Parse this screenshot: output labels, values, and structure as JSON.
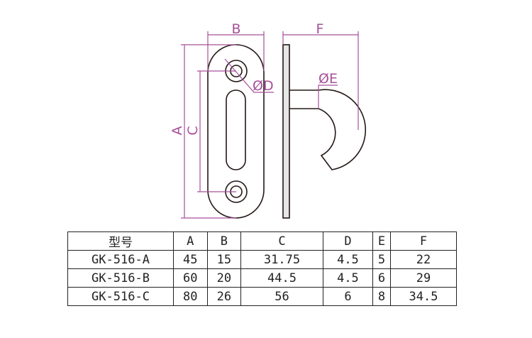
{
  "labels": {
    "A": "A",
    "B": "B",
    "C": "C",
    "D": "ØD",
    "E": "ØE",
    "F": "F"
  },
  "colors": {
    "dimension": "#a6509a",
    "outline": "#231815"
  },
  "table": {
    "headers": [
      "型号",
      "A",
      "B",
      "C",
      "D",
      "E",
      "F"
    ],
    "rows": [
      [
        "GK-516-A",
        "45",
        "15",
        "31.75",
        "4.5",
        "5",
        "22"
      ],
      [
        "GK-516-B",
        "60",
        "20",
        "44.5",
        "4.5",
        "6",
        "29"
      ],
      [
        "GK-516-C",
        "80",
        "26",
        "56",
        "6",
        "8",
        "34.5"
      ]
    ]
  }
}
